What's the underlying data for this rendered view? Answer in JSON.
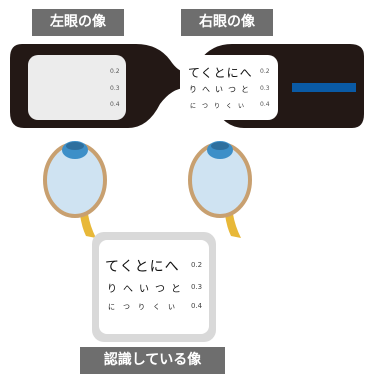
{
  "labels": {
    "left": "左眼の像",
    "right": "右眼の像",
    "perceived": "認識している像"
  },
  "chart": {
    "rows": [
      "てくとにへ",
      "りへいつと",
      "につりくい"
    ],
    "acuity": [
      "0.2",
      "0.3",
      "0.4"
    ]
  },
  "colors": {
    "frame": "#231815",
    "lens_left": "#ececec",
    "lens_right": "#ffffff",
    "occluder": "#0a5aa5",
    "card": "#d9d9d9",
    "label_bg": "#6e6e6e",
    "eye_white": "#cfe3f2",
    "iris": "#3d8fc8",
    "eye_outline": "#c8a070",
    "nerve": "#e8b838"
  }
}
